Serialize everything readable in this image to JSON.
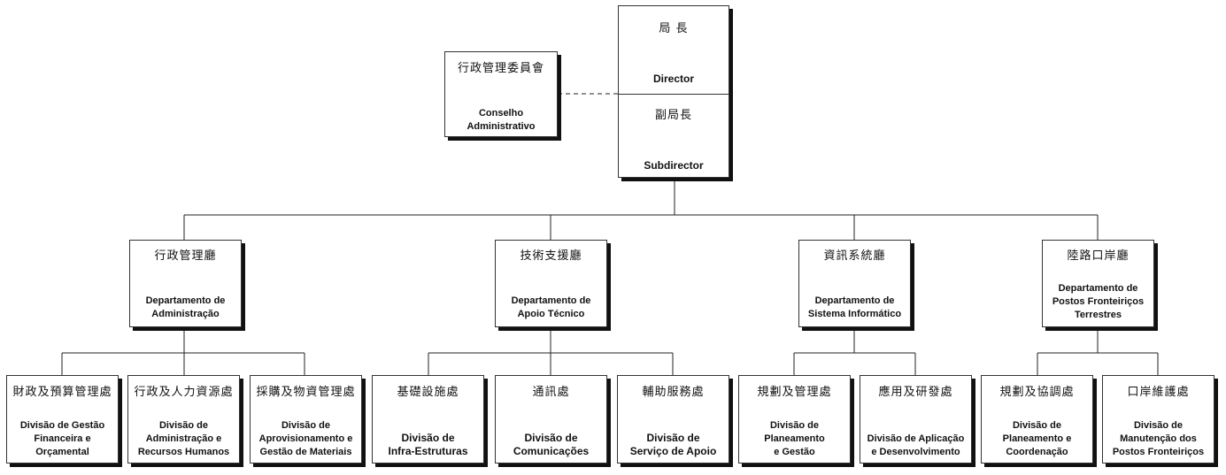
{
  "director": {
    "zh": "局 長",
    "pt": "Director"
  },
  "subdirector": {
    "zh": "副局長",
    "pt": "Subdirector"
  },
  "council": {
    "zh": "行政管理委員會",
    "pt": "Conselho\nAdministrativo"
  },
  "departments": [
    {
      "zh": "行政管理廳",
      "pt": "Departamento de\nAdministração"
    },
    {
      "zh": "技術支援廳",
      "pt": "Departamento de\nApoio Técnico"
    },
    {
      "zh": "資訊系統廳",
      "pt": "Departamento de\nSistema Informático"
    },
    {
      "zh": "陸路口岸廳",
      "pt": "Departamento de\nPostos Fronteiriços\nTerrestres"
    }
  ],
  "divisions": [
    {
      "zh": "財政及預算管理處",
      "pt": "Divisão de Gestão\nFinanceira e\nOrçamental"
    },
    {
      "zh": "行政及人力資源處",
      "pt": "Divisão de\nAdministração e\nRecursos Humanos"
    },
    {
      "zh": "採購及物資管理處",
      "pt": "Divisão de\nAprovisionamento e\nGestão de Materiais"
    },
    {
      "zh": "基礎設施處",
      "pt": "Divisão de\nInfra-Estruturas"
    },
    {
      "zh": "通訊處",
      "pt": "Divisão de\nComunicações"
    },
    {
      "zh": "輔助服務處",
      "pt": "Divisão de\nServiço de Apoio"
    },
    {
      "zh": "規劃及管理處",
      "pt": "Divisão de\nPlaneamento\ne Gestão"
    },
    {
      "zh": "應用及研發處",
      "pt": "Divisão de Aplicação\ne Desenvolvimento"
    },
    {
      "zh": "規劃及協調處",
      "pt": "Divisão de\nPlaneamento e\nCoordenação"
    },
    {
      "zh": "口岸維護處",
      "pt": "Divisão de\nManutenção dos\nPostos Fronteiriços"
    }
  ]
}
